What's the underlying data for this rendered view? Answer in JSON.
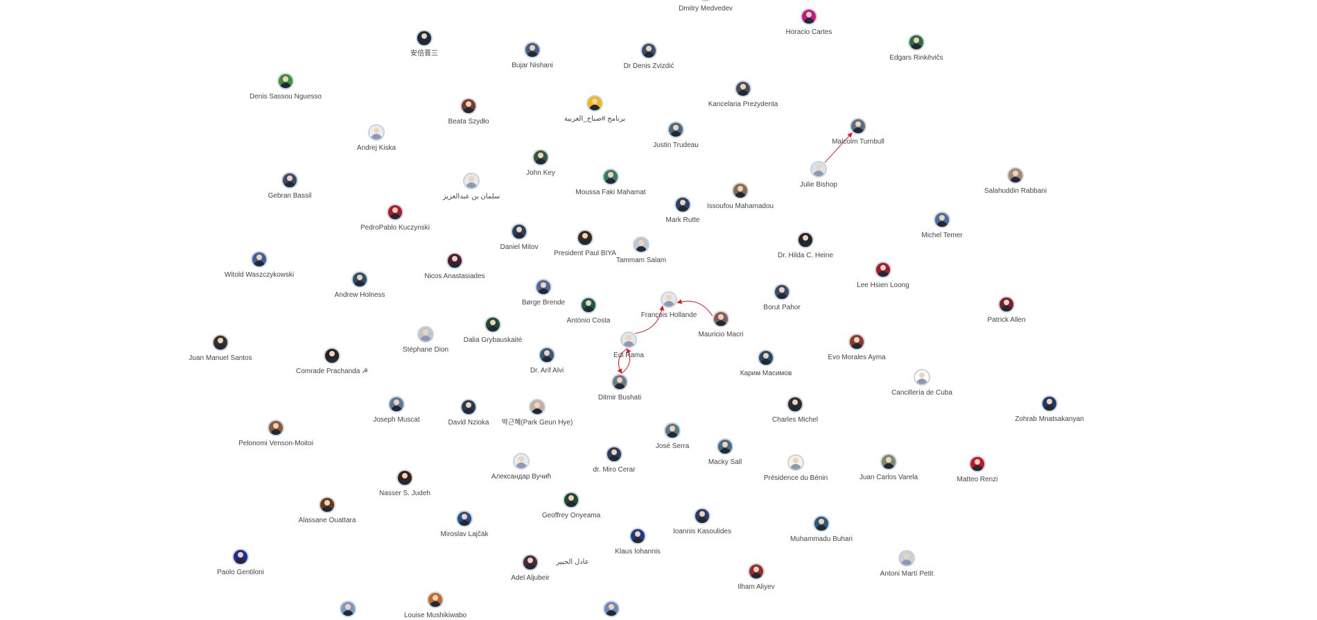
{
  "nodes": [
    {
      "id": "dmitry",
      "label": "Dmitry Medvedev",
      "color": "#2a4b72"
    },
    {
      "id": "horacio",
      "label": "Horacio Cartes",
      "color": "#c2188a"
    },
    {
      "id": "abe",
      "label": "安倍晋三",
      "color": "#1e2a3a"
    },
    {
      "id": "bujar",
      "label": "Bujar Nishani",
      "color": "#4a5e86"
    },
    {
      "id": "zvizdic",
      "label": "Dr Denis Zvizdić",
      "color": "#3b4e6e"
    },
    {
      "id": "edgars",
      "label": "Edgars Rinkēvičs",
      "color": "#2e6b3a"
    },
    {
      "id": "sassou",
      "label": "Denis Sassou Nguesso",
      "color": "#3f8f3a"
    },
    {
      "id": "szydlo",
      "label": "Beata Szydło",
      "color": "#7a3b2e"
    },
    {
      "id": "sabah",
      "label": "برنامج #صباح_العربية",
      "color": "#f2b90f"
    },
    {
      "id": "kancelaria",
      "label": "Kancelaria Prezydenta",
      "color": "#4a4f58"
    },
    {
      "id": "turnbull",
      "label": "Malcolm Turnbull",
      "color": "#5d6f86"
    },
    {
      "id": "kiska",
      "label": "Andrej Kiska",
      "color": "#e8eef5"
    },
    {
      "id": "trudeau",
      "label": "Justin Trudeau",
      "color": "#4b6784"
    },
    {
      "id": "bishop",
      "label": "Julie Bishop",
      "color": "#d9e3ee"
    },
    {
      "id": "johnkey",
      "label": "John Key",
      "color": "#2f5a3a"
    },
    {
      "id": "salman",
      "label": "سلمان بن عبدالعزيز",
      "color": "#e6eaf0"
    },
    {
      "id": "mahamat",
      "label": "Moussa Faki Mahamat",
      "color": "#3a7a6a"
    },
    {
      "id": "bassil",
      "label": "Gebran Bassil",
      "color": "#3d4a6a"
    },
    {
      "id": "issoufou",
      "label": "Issoufou Mahamadou",
      "color": "#8a6b4e"
    },
    {
      "id": "rabbani",
      "label": "Salahuddin Rabbani",
      "color": "#a08a70"
    },
    {
      "id": "rutte",
      "label": "Mark Rutte",
      "color": "#2c4168"
    },
    {
      "id": "kuczynski",
      "label": "PedroPablo Kuczynski",
      "color": "#b0182a"
    },
    {
      "id": "temer",
      "label": "Michel Temer",
      "color": "#4d6e9a"
    },
    {
      "id": "mitov",
      "label": "Daniel Mitov",
      "color": "#2a3f5e"
    },
    {
      "id": "biya",
      "label": "President Paul BIYA",
      "color": "#3a2a1e"
    },
    {
      "id": "heine",
      "label": "Dr. Hilda C. Heine",
      "color": "#222426"
    },
    {
      "id": "salam",
      "label": "Tammam Salam",
      "color": "#b7c7d8"
    },
    {
      "id": "waszczykowski",
      "label": "Witold Waszczykowski",
      "color": "#3d5f9a"
    },
    {
      "id": "anastasiades",
      "label": "Nicos Anastasiades",
      "color": "#4a1e2a"
    },
    {
      "id": "holness",
      "label": "Andrew Holness",
      "color": "#2e4e6e"
    },
    {
      "id": "hsienloong",
      "label": "Lee Hsien Loong",
      "color": "#9a1e2e"
    },
    {
      "id": "brende",
      "label": "Børge Brende",
      "color": "#4d6a9a"
    },
    {
      "id": "costa",
      "label": "António Costa",
      "color": "#1e5a4a"
    },
    {
      "id": "hollande",
      "label": "François Hollande",
      "color": "#e6e9ee"
    },
    {
      "id": "pahor",
      "label": "Borut Pahor",
      "color": "#3a4a6a"
    },
    {
      "id": "patrickallen",
      "label": "Patrick Allen",
      "color": "#7a1e2e"
    },
    {
      "id": "macri",
      "label": "Mauricio Macri",
      "color": "#8a5a5a"
    },
    {
      "id": "santos",
      "label": "Juan Manuel Santos",
      "color": "#3a3024"
    },
    {
      "id": "dion",
      "label": "Stéphane Dion",
      "color": "#c0c6ce"
    },
    {
      "id": "grybauskaite",
      "label": "Dalia Grybauskaitė",
      "color": "#1e4a2e"
    },
    {
      "id": "rama",
      "label": "Edi Rama",
      "color": "#dfe6ee"
    },
    {
      "id": "evo",
      "label": "Evo Morales Ayma",
      "color": "#8a3a2a"
    },
    {
      "id": "prachanda",
      "label": "Comrade Prachanda ☭",
      "color": "#2a2220"
    },
    {
      "id": "alvi",
      "label": "Dr. Arif Alvi",
      "color": "#3a5a7a"
    },
    {
      "id": "masimov",
      "label": "Карим Масимов",
      "color": "#2a4a6a"
    },
    {
      "id": "cuba",
      "label": "Cancillería de Cuba",
      "color": "#ffffff"
    },
    {
      "id": "bushati",
      "label": "Ditmir Bushati",
      "color": "#6a7a8a"
    },
    {
      "id": "muscat",
      "label": "Joseph Muscat",
      "color": "#5a7a9a"
    },
    {
      "id": "nzioka",
      "label": "David Nzioka",
      "color": "#2a3a4e"
    },
    {
      "id": "parkgeunhye",
      "label": "박근혜(Park Geun Hye)",
      "color": "#c0b0a8"
    },
    {
      "id": "michel",
      "label": "Charles Michel",
      "color": "#2a2e34"
    },
    {
      "id": "mnatsakanyan",
      "label": "Zohrab Mnatsakanyan",
      "color": "#1e3a6a"
    },
    {
      "id": "vensonmoitoi",
      "label": "Pelonomi Venson-Moitoi",
      "color": "#8a5a3a"
    },
    {
      "id": "serra",
      "label": "José Serra",
      "color": "#5a7a8a"
    },
    {
      "id": "sall",
      "label": "Macky Sall",
      "color": "#4a6a8a"
    },
    {
      "id": "cerar",
      "label": "dr. Miro Cerar",
      "color": "#2a3e5a"
    },
    {
      "id": "benin",
      "label": "Présidence du Bénin",
      "color": "#f5f2e6"
    },
    {
      "id": "varela",
      "label": "Juan Carlos Varela",
      "color": "#7a8a6a"
    },
    {
      "id": "renzi",
      "label": "Matteo Renzi",
      "color": "#c0182a"
    },
    {
      "id": "vucic",
      "label": "Александар Вучић",
      "color": "#e8ecf2"
    },
    {
      "id": "judeh",
      "label": "Nasser S. Judeh",
      "color": "#3a1e1e"
    },
    {
      "id": "onyeama",
      "label": "Geoffrey Onyeama",
      "color": "#1e4a2e"
    },
    {
      "id": "ouattara",
      "label": "Alassane Ouattara",
      "color": "#6a3a1e"
    },
    {
      "id": "lajcak",
      "label": "Miroslav Lajčák",
      "color": "#2a4e8a"
    },
    {
      "id": "kasoulides",
      "label": "Ioannis Kasoulides",
      "color": "#2a3e6a"
    },
    {
      "id": "buhari",
      "label": "Muhammadu Buhari",
      "color": "#2e5a7a"
    },
    {
      "id": "iohannis",
      "label": "Klaus Iohannis",
      "color": "#1e3a8a"
    },
    {
      "id": "gentiloni",
      "label": "Paolo Gentiloni",
      "color": "#1e2a9a"
    },
    {
      "id": "petit",
      "label": "Antoni Martí Petit",
      "color": "#c8d0da"
    },
    {
      "id": "aljubeir",
      "label": "Adel Aljubeir",
      "color": "#4a2a3a"
    },
    {
      "id": "aljubeir_ar",
      "label": "عادل الجبير",
      "color": "#ffffff"
    },
    {
      "id": "aliyev",
      "label": "Ilham Aliyev",
      "color": "#9a2a2a"
    },
    {
      "id": "mushikiwabo",
      "label": "Louise Mushikiwabo",
      "color": "#c06a2a"
    },
    {
      "id": "unknown1",
      "label": "",
      "color": "#7a9ac0"
    },
    {
      "id": "unknown2",
      "label": "",
      "color": "#6a8aba"
    }
  ],
  "edges": [
    {
      "from": "bishop",
      "to": "turnbull"
    },
    {
      "from": "macri",
      "to": "hollande"
    },
    {
      "from": "rama",
      "to": "hollande"
    },
    {
      "from": "rama",
      "to": "bushati"
    },
    {
      "from": "bushati",
      "to": "rama"
    }
  ],
  "style": {
    "edge_color": "#e8131c",
    "label_color": "#444444",
    "background": "#ffffff"
  }
}
